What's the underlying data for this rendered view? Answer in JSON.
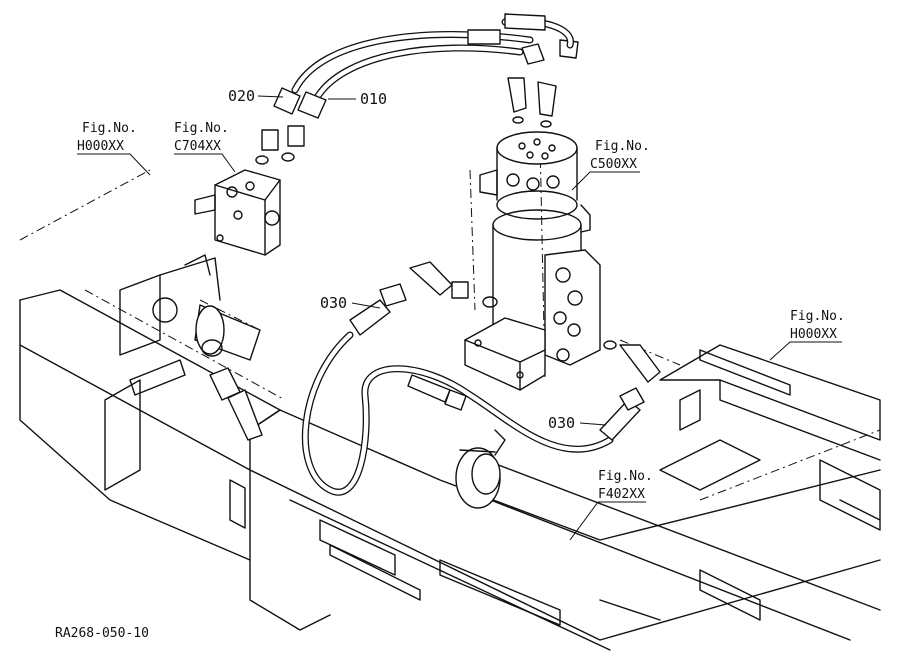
{
  "references": [
    {
      "id": "ref-h000xx-left",
      "line1": "Fig.No.",
      "line2": "H000XX"
    },
    {
      "id": "ref-c704xx",
      "line1": "Fig.No.",
      "line2": "C704XX"
    },
    {
      "id": "ref-c500xx",
      "line1": "Fig.No.",
      "line2": "C500XX"
    },
    {
      "id": "ref-h000xx-right",
      "line1": "Fig.No.",
      "line2": "H000XX"
    },
    {
      "id": "ref-f402xx",
      "line1": "Fig.No.",
      "line2": "F402XX"
    }
  ],
  "part_numbers": {
    "p020": "020",
    "p010": "010",
    "p030_left": "030",
    "p030_right": "030"
  },
  "drawing_code": "RA268-050-10"
}
